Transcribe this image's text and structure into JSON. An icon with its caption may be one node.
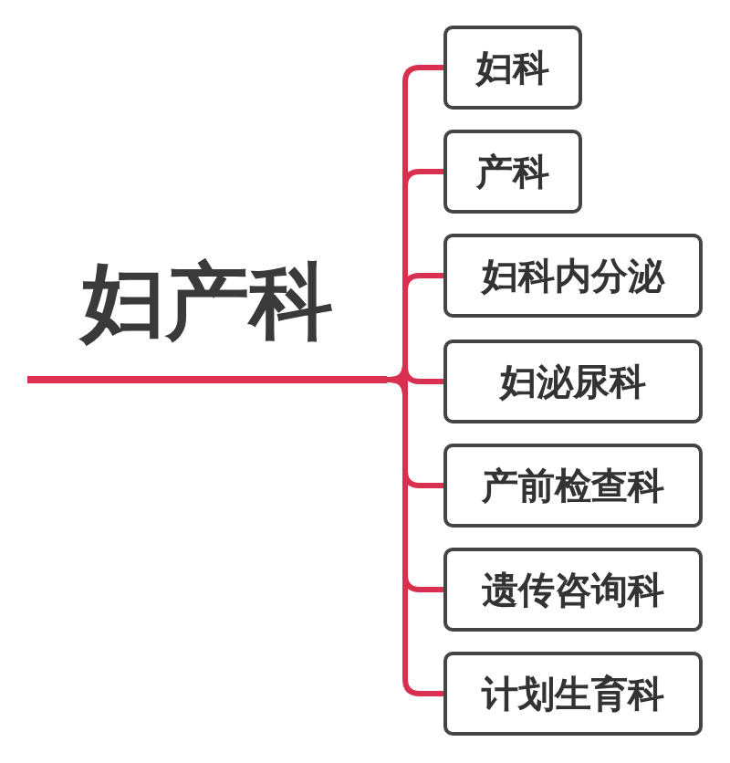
{
  "diagram": {
    "nodes": [
      {
        "text": [
          "妇产科"
        ]
      },
      {
        "text": [
          "妇科"
        ]
      },
      {
        "text": [
          "产科"
        ]
      },
      {
        "text": [
          "妇科内分泌"
        ]
      },
      {
        "text": [
          "妇泌尿科"
        ]
      },
      {
        "text": [
          "产前检查科"
        ]
      },
      {
        "text": [
          "遗传咨询科"
        ]
      },
      {
        "text": [
          "计划生育科"
        ]
      }
    ],
    "edges": [
      {
        "from": 0,
        "to": 1,
        "arrow": "none"
      },
      {
        "from": 0,
        "to": 2,
        "arrow": "none"
      },
      {
        "from": 0,
        "to": 3,
        "arrow": "none"
      },
      {
        "from": 0,
        "to": 4,
        "arrow": "none"
      },
      {
        "from": 0,
        "to": 5,
        "arrow": "none"
      },
      {
        "from": 0,
        "to": 6,
        "arrow": "none"
      },
      {
        "from": 0,
        "to": 7,
        "arrow": "none"
      }
    ]
  }
}
